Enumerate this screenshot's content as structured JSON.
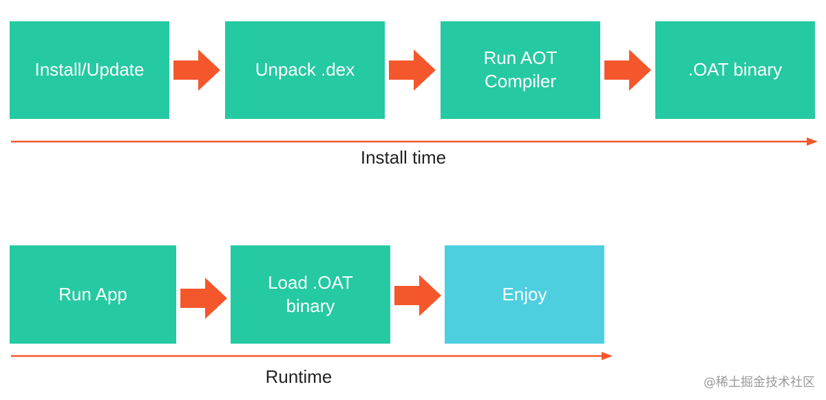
{
  "colors": {
    "step": "#25c9a2",
    "final": "#4ecfe0",
    "arrow": "#f4572b",
    "text": "#ffffff",
    "caption": "#222222"
  },
  "install_row": {
    "steps": [
      {
        "label": "Install/Update"
      },
      {
        "label": "Unpack .dex"
      },
      {
        "label": "Run AOT\nCompiler"
      },
      {
        "label": ".OAT binary"
      }
    ],
    "timeline_label": "Install time"
  },
  "runtime_row": {
    "steps": [
      {
        "label": "Run App"
      },
      {
        "label": "Load .OAT\nbinary"
      },
      {
        "label": "Enjoy"
      }
    ],
    "timeline_label": "Runtime"
  },
  "watermark": "@稀土掘金技术社区"
}
